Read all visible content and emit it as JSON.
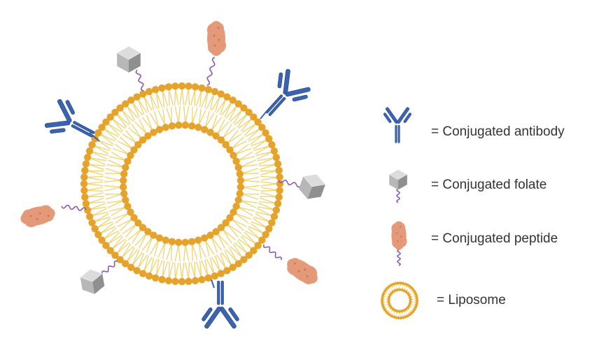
{
  "legend": {
    "items": [
      {
        "icon": "antibody-icon",
        "label": "= Conjugated antibody"
      },
      {
        "icon": "folate-icon",
        "label": "= Conjugated folate"
      },
      {
        "icon": "peptide-icon",
        "label": "= Conjugated peptide"
      },
      {
        "icon": "liposome-icon",
        "label": "= Liposome"
      }
    ]
  },
  "colors": {
    "head": "#e5a32b",
    "tail": "#f1d36c",
    "antibody": "#3a63b0",
    "antibody_dark": "#263f80",
    "folate_light": "#dcdcdc",
    "folate_mid": "#b7b7b7",
    "folate_dark": "#8f8f8f",
    "peptide": "#e49a78",
    "peptide_dark": "#c77b5c",
    "linker": "#8a58b8",
    "text": "#333333"
  }
}
